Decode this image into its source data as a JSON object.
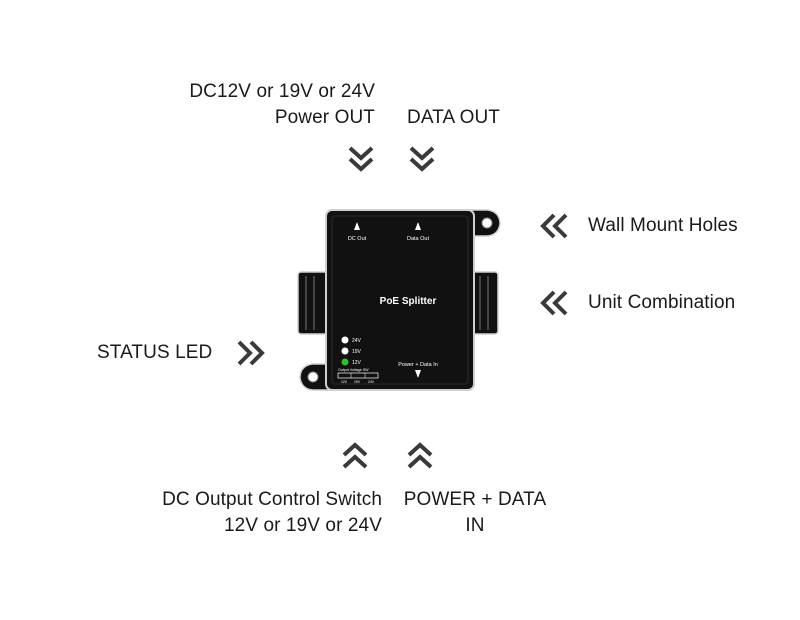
{
  "callouts": {
    "power_out": {
      "line1": "DC12V or 19V or 24V",
      "line2": "Power OUT"
    },
    "data_out": {
      "line1": "DATA OUT"
    },
    "wall_mount": {
      "line1": "Wall Mount Holes"
    },
    "unit_combination": {
      "line1": "Unit Combination"
    },
    "status_led": {
      "line1": "STATUS LED"
    },
    "dc_switch": {
      "line1": "DC Output Control Switch",
      "line2": "12V or 19V or 24V"
    },
    "power_data_in": {
      "line1": "POWER + DATA",
      "line2": "IN"
    }
  },
  "device": {
    "title": "PoE Splitter",
    "port_dc_out": "DC Out",
    "port_data_out": "Data Out",
    "port_power_data_in": "Power + Data In",
    "leds": [
      {
        "label": "24V",
        "color": "#ffffff"
      },
      {
        "label": "19V",
        "color": "#ffffff"
      },
      {
        "label": "12V",
        "color": "#2fbf2f"
      }
    ],
    "switch_caption": "Output Voltage SW",
    "switch_positions": [
      "12V",
      "19V",
      "24V"
    ]
  },
  "colors": {
    "text": "#1a1a1a",
    "arrow": "#3a3a3a",
    "device_body": "#111111",
    "device_outline": "#cfcfcf",
    "led_active": "#2fbf2f"
  },
  "icons": {
    "down": "double-chevron-down-icon",
    "up": "double-chevron-up-icon",
    "left": "double-chevron-left-icon",
    "right": "double-chevron-right-icon"
  }
}
